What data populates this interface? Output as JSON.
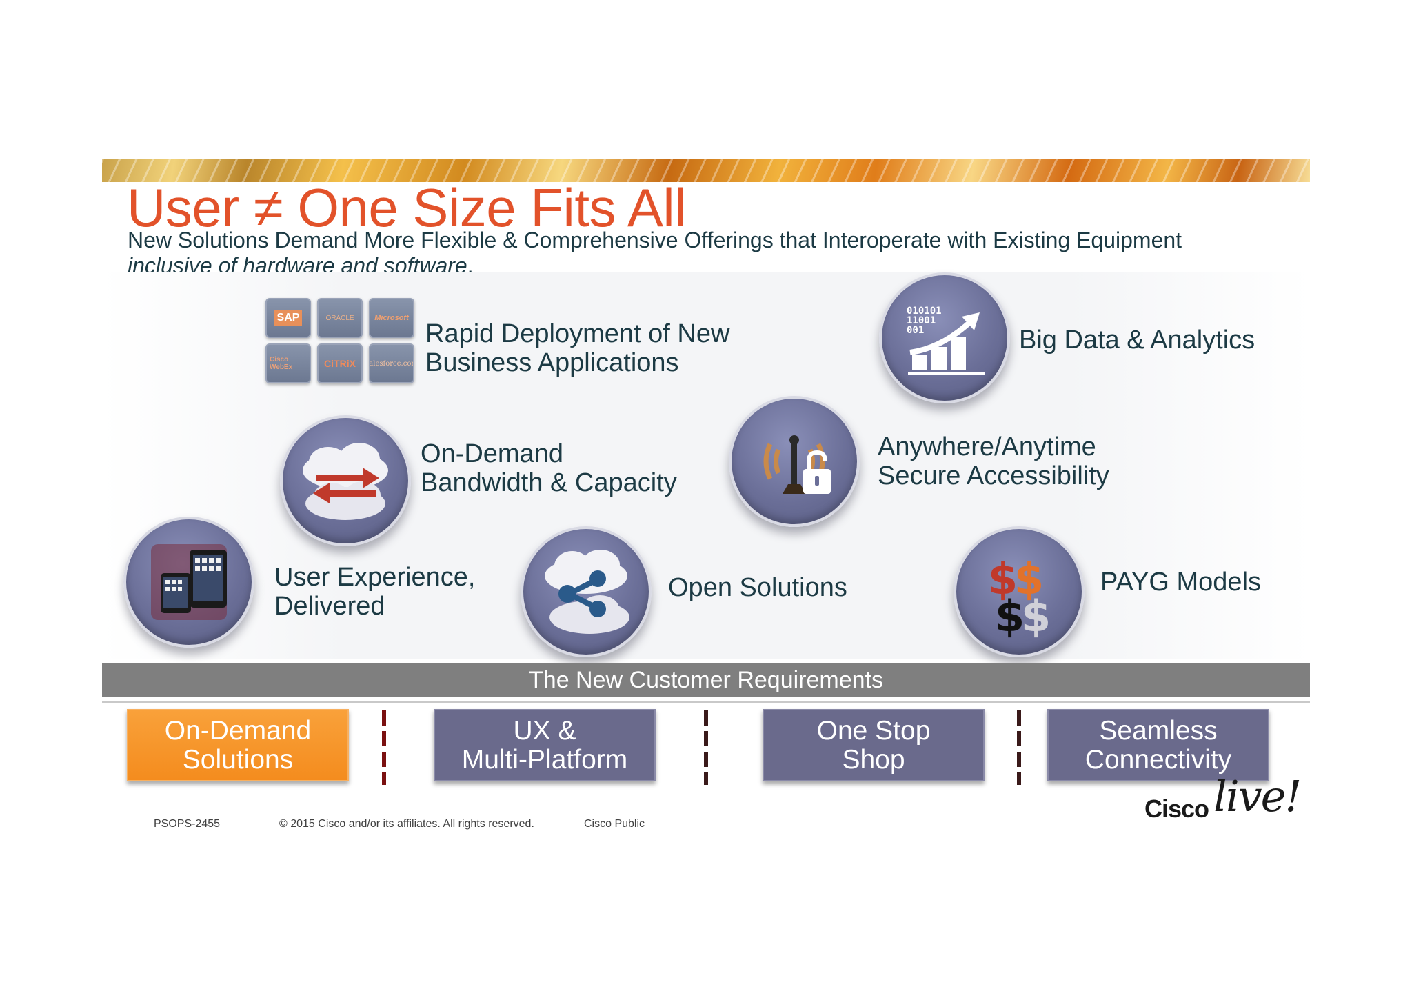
{
  "slide": {
    "title": "User ≠ One Size Fits All",
    "subtitle_plain": "New Solutions Demand More Flexible & Comprehensive Offerings that Interoperate with Existing Equipment ",
    "subtitle_italic": "inclusive of hardware and software",
    "subtitle_end": "."
  },
  "logos": [
    {
      "name": "sap-logo",
      "text": "SAP"
    },
    {
      "name": "oracle-logo",
      "text": "ORACLE"
    },
    {
      "name": "microsoft-logo",
      "text": "Microsoft"
    },
    {
      "name": "cisco-webex-logo",
      "text": "Cisco WebEx"
    },
    {
      "name": "citrix-logo",
      "text": "CiTRiX"
    },
    {
      "name": "salesforce-logo",
      "text": "salesforce.com"
    }
  ],
  "features": {
    "rapid_deployment": {
      "line1": "Rapid Deployment of New",
      "line2": "Business Applications"
    },
    "big_data": {
      "line1": "Big Data & Analytics",
      "icon": "bar-chart-growth-icon",
      "binary": [
        "010101",
        "11001",
        "001"
      ]
    },
    "on_demand": {
      "line1": "On-Demand",
      "line2": "Bandwidth & Capacity",
      "icon": "cloud-exchange-icon"
    },
    "anywhere": {
      "line1": "Anywhere/Anytime",
      "line2": "Secure Accessibility",
      "icon": "wireless-lock-icon"
    },
    "user_experience": {
      "line1": "User Experience,",
      "line2": "Delivered",
      "icon": "tablet-devices-icon"
    },
    "open_solutions": {
      "line1": "Open Solutions",
      "icon": "cloud-share-icon"
    },
    "payg": {
      "line1": "PAYG Models",
      "icon": "dollar-signs-icon"
    }
  },
  "requirements_bar": "The New Customer Requirements",
  "pillars": [
    {
      "line1": "On-Demand",
      "line2": "Solutions",
      "active": true
    },
    {
      "line1": "UX &",
      "line2": "Multi-Platform",
      "active": false
    },
    {
      "line1": "One Stop",
      "line2": "Shop",
      "active": false
    },
    {
      "line1": "Seamless",
      "line2": "Connectivity",
      "active": false
    }
  ],
  "footer": {
    "code": "PSOPS-2455",
    "copyright": "© 2015 Cisco and/or its affiliates. All rights reserved.",
    "classification": "Cisco Public"
  },
  "brand": {
    "cisco": "Cisco",
    "live": "live!"
  },
  "colors": {
    "title": "#e2522a",
    "text": "#1c3a44",
    "accent_orange": "#f48c1e",
    "pill": "#6a6a8c",
    "bar": "#7f7f7f"
  }
}
